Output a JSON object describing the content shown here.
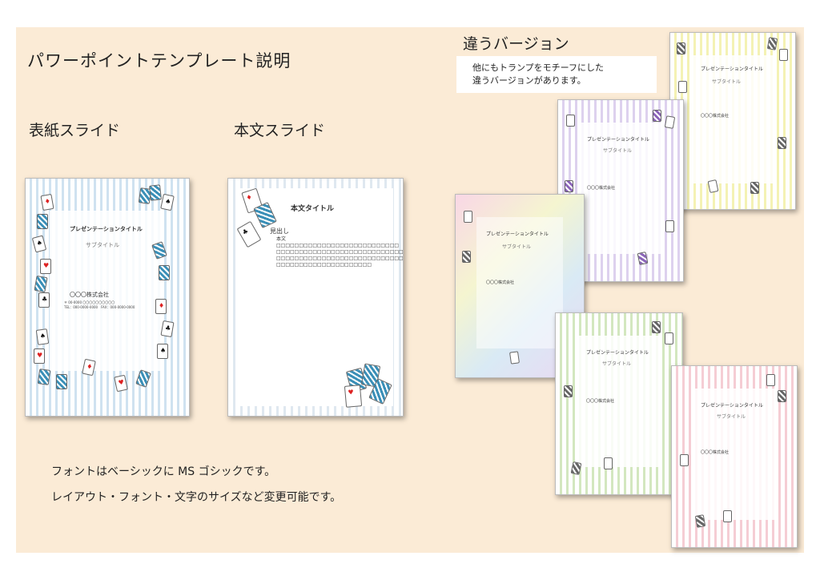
{
  "header": {
    "title": "パワーポイントテンプレート説明",
    "cover_label": "表紙スライド",
    "body_label": "本文スライド",
    "versions_label": "違うバージョン",
    "versions_note_line1": "他にもトランプをモチーフにした",
    "versions_note_line2": "違うバージョンがあります。"
  },
  "notes": {
    "line1": "フォントはベーシックに MS ゴシックです。",
    "line2": "レイアウト・フォント・文字のサイズなど変更可能です。"
  },
  "cover": {
    "title": "プレゼンテーションタイトル",
    "subtitle": "サブタイトル",
    "company": "〇〇〇株式会社",
    "address": "〒 00-0000 〇〇〇〇〇〇〇〇〇〇",
    "tel": "TEL：000-0000-0000　FAX：000-0000-0000"
  },
  "body_slide": {
    "title": "本文タイトル",
    "heading": "見出し",
    "text_line1": "本文□□□□□□□□□□□□□□□□□□□□□□□□□□□",
    "text_line2": "□□□□□□□□□□□□□□□□□□□□□□□□□□□□□",
    "text_line3": "□□□□□□□□□□□□□□□□□□□□□□□□□□□□□",
    "text_line4": "□□□□□□□□□□□□□□□□□□□□□"
  },
  "colors": {
    "background": "#fbebd6",
    "blue": "#cfe2f0",
    "purple": "#ddd1ee",
    "yellow": "#f4f2b4",
    "green": "#d3e7bf",
    "pink": "#f5cdd4"
  }
}
